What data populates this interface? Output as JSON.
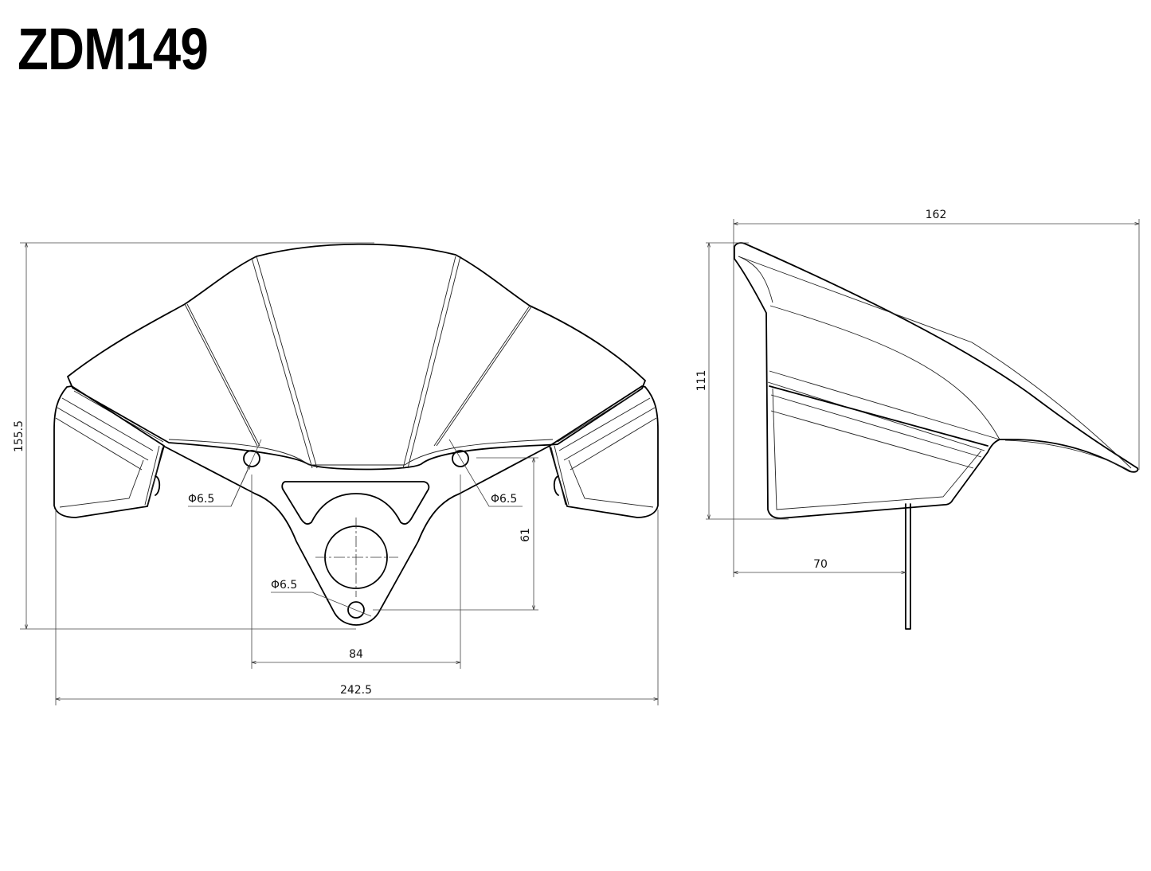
{
  "title": "ZDM149",
  "front_view": {
    "dimensions": {
      "overall_height": "155.5",
      "overall_width": "242.5",
      "hole_spacing": "84",
      "hole_vertical_offset": "61",
      "hole_left_diameter": "Φ6.5",
      "hole_right_diameter": "Φ6.5",
      "hole_bottom_diameter": "Φ6.5"
    }
  },
  "side_view": {
    "dimensions": {
      "overall_length": "162",
      "overall_height": "111",
      "bracket_offset": "70"
    }
  },
  "colors": {
    "line": "#000000",
    "background": "#ffffff"
  }
}
